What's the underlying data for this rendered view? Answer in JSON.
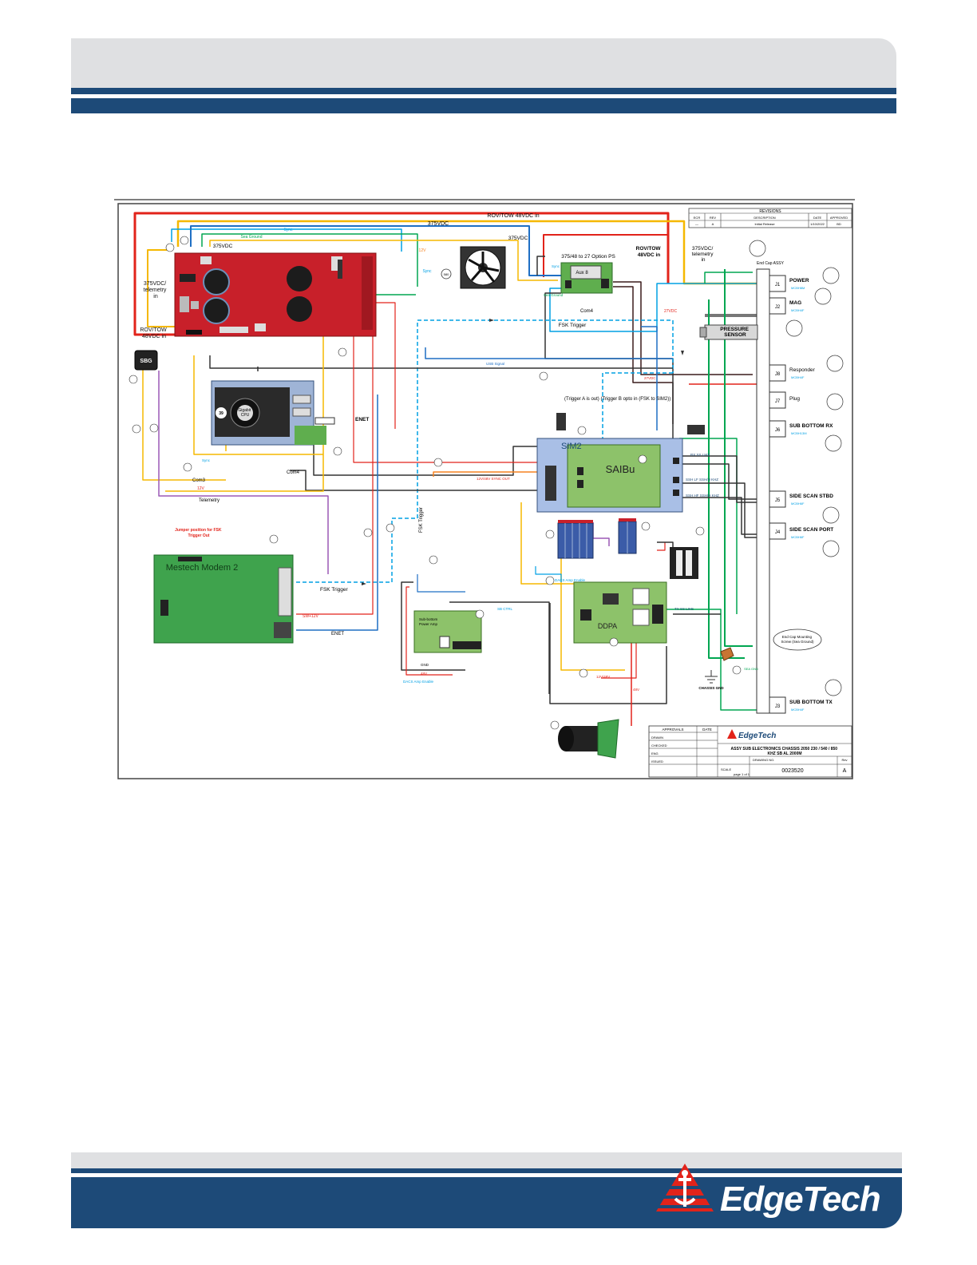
{
  "brand": {
    "name": "EdgeTech",
    "colors": {
      "navy": "#1d4a78",
      "grey": "#dfe0e2",
      "red": "#e2231a"
    }
  },
  "diagram": {
    "top_labels": {
      "rov_in": "ROV/TOW 48VDC in",
      "v375_a": "375VDC",
      "v375_b": "375VDC",
      "v375_c": "375VDC",
      "sea_ground": "Sea Ground",
      "sync": "Sync",
      "sync2": "Sync",
      "v12": "12V",
      "v12b": "12V"
    },
    "revisions": {
      "title": "REVISIONS",
      "headers": [
        "ECR",
        "REV",
        "DESCRIPTION",
        "DATE",
        "APPROVED"
      ],
      "row": [
        "—",
        "A",
        "Initial Release",
        "1/10/2022",
        "BD"
      ]
    },
    "psu": {
      "left_label": "375VDC/ telemetry in",
      "bottom_label": "ROV/TOW 48VDC in"
    },
    "fan": {
      "bubble": "580"
    },
    "converter": {
      "title": "375/48 to 27 Option PS",
      "rov_label": "ROV/TOW 48VDC in",
      "aux": "Aux 8",
      "sync": "Sync",
      "sea_ground": "Sea Ground",
      "com4": "Com4",
      "v27": "27VDC"
    },
    "endcap": {
      "label": "End Cap ASSY",
      "telemetry": "375VDC/ telemetry in",
      "connectors": [
        {
          "j": "J1",
          "name": "POWER",
          "pn": "MCBH8M"
        },
        {
          "j": "J2",
          "name": "MAG",
          "pn": "MCBH4F"
        },
        {
          "j": "",
          "name": "PRESSURE SENSOR",
          "pn": ""
        },
        {
          "j": "J8",
          "name": "Responder",
          "pn": "MCBH4F"
        },
        {
          "j": "J7",
          "name": "Plug",
          "pn": ""
        },
        {
          "j": "J6",
          "name": "SUB BOTTOM RX",
          "pn": "MCBH13M"
        },
        {
          "j": "J5",
          "name": "SIDE SCAN STBD",
          "pn": "MCBH6F"
        },
        {
          "j": "J4",
          "name": "SIDE SCAN PORT",
          "pn": "MCBH6F"
        },
        {
          "j": "J3",
          "name": "SUB BOTTOM TX",
          "pn": "MCBH4F"
        }
      ],
      "mounting": "End Cap Mounting Screw (Sea Ground)",
      "chassis_gnd": "CHASSIS GND",
      "sea_gnd": "SEA GND"
    },
    "wires": {
      "fsk_trigger": "FSK Trigger",
      "fsk_trigger_v": "FSK Trigger",
      "fsk_trigger_low": "FSK Trigger",
      "usb_signal": "USB Signal",
      "v27": "27VDC",
      "trigger_note": "(Trigger A is out) (Trigger B opto in (FSK to SIM2))",
      "enet": "ENET",
      "enet2": "ENET",
      "com3": "Com3",
      "com4": "Com4",
      "v12": "12V",
      "sync": "Sync",
      "telemetry": "Telemetry",
      "sw12": "SW+12V",
      "sync_out": "12V/48V SYNC OUT",
      "rx_ss": "RX SS LIKE",
      "ss_lf": "SSH LF SSH/H KHZ",
      "ss_hf": "SSH HF SSH/H KHZ",
      "tx_ss": "TX SS LIKE",
      "dacs": "DACS Amp Enable",
      "sb_ctrl": "SB CTRL",
      "dacs2": "DACS Amp Enable",
      "gnd": "GND",
      "v48": "48V",
      "v12_48": "12V/48V",
      "v48b": "48V"
    },
    "boards": {
      "cpu": "Gigabit CPU",
      "cpu_bubble": "39",
      "sbg": "SBG",
      "sim2": "SIM2",
      "saibu": "SAIBu",
      "modem": "Mestech Modem 2",
      "jumper_note": "Jumper position for FSK Trigger Out",
      "ddpa": "DDPA",
      "subamp": "Sub-bottom Power Amp"
    },
    "title_block": {
      "approvals": "APPROVALS",
      "date": "DATE",
      "drawn": "DRAWN",
      "checked": "CHECKED",
      "eng": "ENG",
      "issued": "ISSUED",
      "brand": "EdgeTech",
      "title": "ASSY SUB ELECTRONICS CHASSIS 2050 230 / 540 / 850 KHZ SB AL 2000M",
      "drawing_no_label": "DRAWING NO.",
      "drawing_no": "0023520",
      "rev_label": "Rev",
      "rev": "A",
      "scale_label": "SCALE",
      "page": "page 1 of 1"
    }
  }
}
